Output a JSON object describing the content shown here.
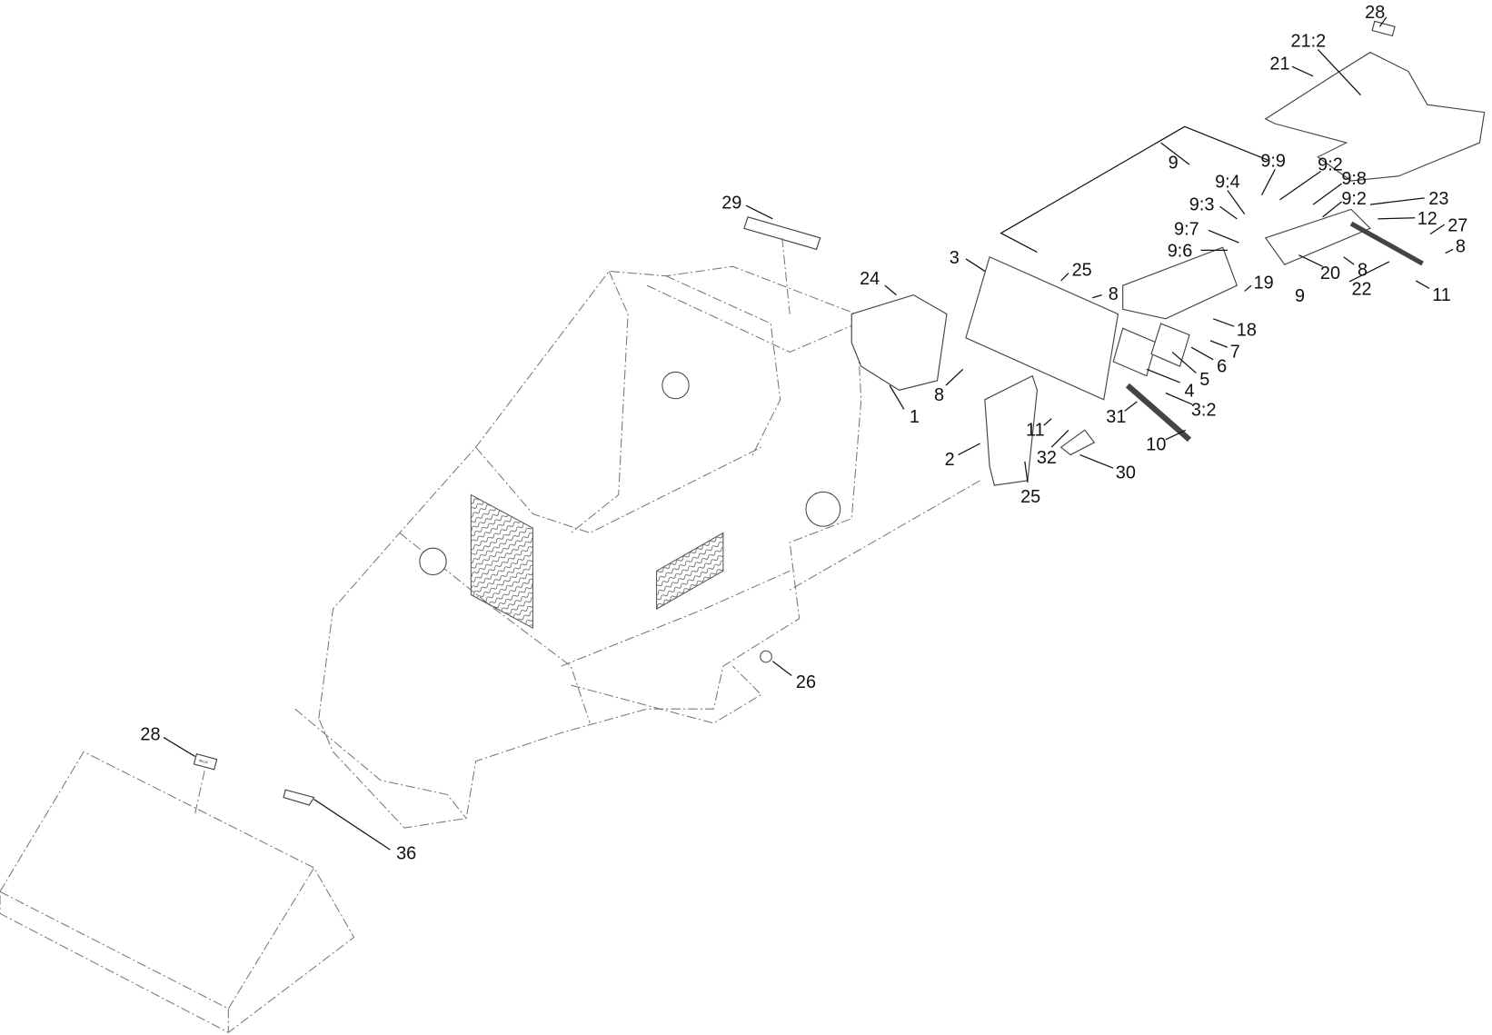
{
  "diagram": {
    "type": "exploded-parts-diagram",
    "callouts": [
      "28",
      "21:2",
      "21",
      "9",
      "9:9",
      "9:2",
      "9:8",
      "9:4",
      "9:2",
      "9:3",
      "23",
      "12",
      "27",
      "9:7",
      "9:6",
      "29",
      "3",
      "25",
      "8",
      "24",
      "19",
      "20",
      "8",
      "8",
      "9",
      "22",
      "11",
      "18",
      "7",
      "6",
      "5",
      "4",
      "8",
      "1",
      "3:2",
      "31",
      "11",
      "10",
      "2",
      "32",
      "30",
      "25",
      "26",
      "28",
      "36"
    ],
    "decal_text": "decal"
  }
}
